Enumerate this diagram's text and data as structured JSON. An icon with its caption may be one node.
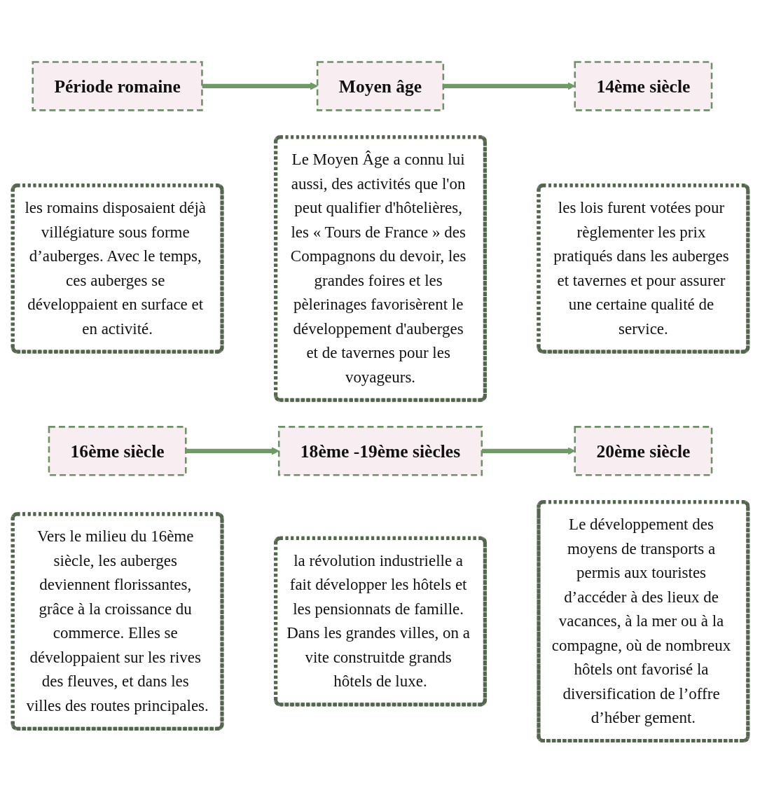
{
  "diagram": {
    "nodes": [
      {
        "text": [
          "Période romaine"
        ]
      },
      {
        "text": [
          "les romains disposaient déjà villégiature sous forme d’auberges. Avec le temps, ces auberges se développaient en surface et en activité."
        ]
      },
      {
        "text": [
          "Moyen âge"
        ]
      },
      {
        "text": [
          "Le Moyen Âge a connu lui aussi, des activités que l'on peut qualifier d'hôtelières, les « Tours de France » des Compagnons du devoir, les grandes foires et les pèlerinages favorisèrent le développement d'auberges et de tavernes pour les voyageurs."
        ]
      },
      {
        "text": [
          "14ème siècle"
        ]
      },
      {
        "text": [
          "les lois furent votées pour règlementer les prix pratiqués dans les auberges et tavernes et pour assurer une certaine qualité de service."
        ]
      },
      {
        "text": [
          "16ème siècle"
        ]
      },
      {
        "text": [
          "Vers le milieu du 16ème siècle, les auberges deviennent florissantes, grâce à la croissance du commerce. Elles se développaient sur les rives des fleuves, et dans les villes des routes principales."
        ]
      },
      {
        "text": [
          "18ème -19ème siècles"
        ]
      },
      {
        "text": [
          "la révolution industrielle a fait développer les hôtels et les pensionnats de famille. Dans les grandes villes, on a vite construitde grands hôtels de luxe."
        ]
      },
      {
        "text": [
          "20ème siècle"
        ]
      },
      {
        "text": [
          "Le développement des moyens de transports a permis aux touristes d’accéder à des lieux de vacances, à la mer ou à la compagne, où de nombreux hôtels ont favorisé la diversification de l’offre d’héber gement."
        ]
      }
    ],
    "edges": [
      {
        "from": 0,
        "to": 2,
        "arrow": "to"
      },
      {
        "from": 2,
        "to": 4,
        "arrow": "to"
      },
      {
        "from": 6,
        "to": 8,
        "arrow": "to"
      },
      {
        "from": 8,
        "to": 10,
        "arrow": "to"
      }
    ]
  }
}
